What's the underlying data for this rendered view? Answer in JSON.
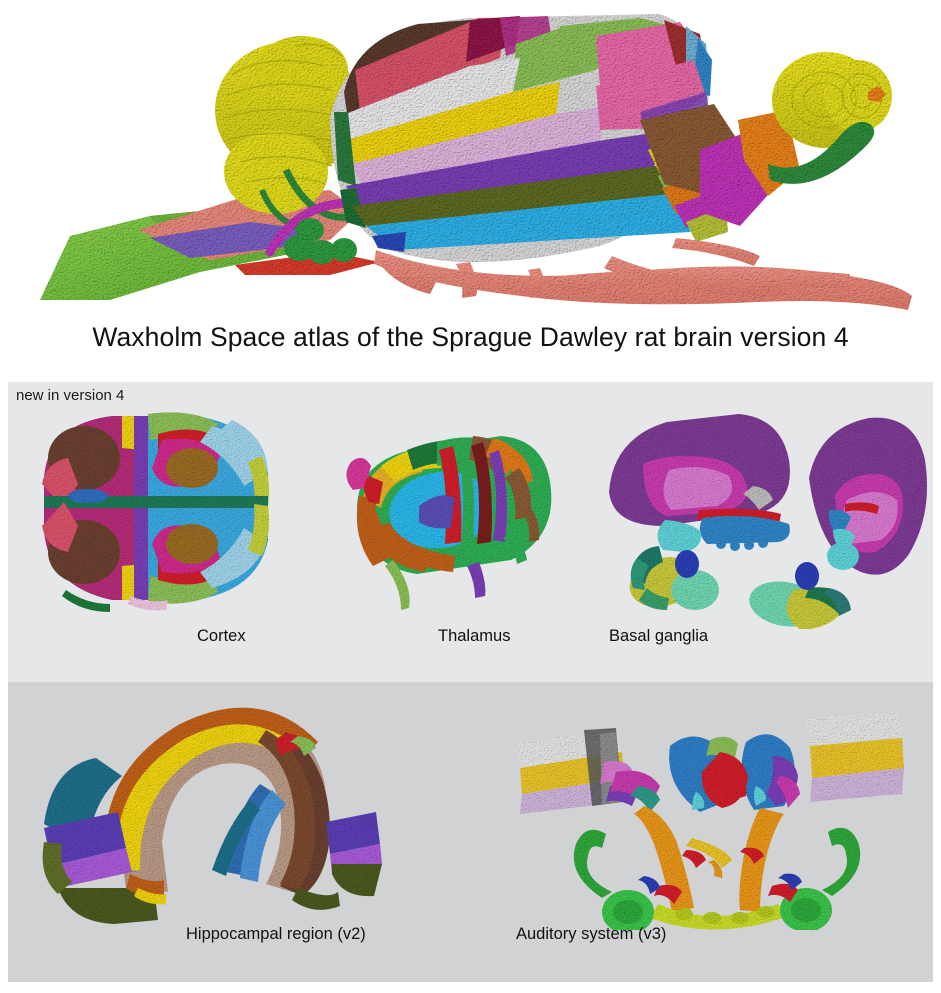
{
  "title": {
    "text": "Waxholm Space atlas of the Sprague Dawley rat brain version 4"
  },
  "hero": {
    "name": "rat-brain-3d-render",
    "description": "3D surface rendering of whole Sprague Dawley rat brain with multicolored segmented anatomical regions, shown in lateral view with olfactory bulb at right and cerebellum/brainstem at left, plus salmon-colored ventricular/vascular structures"
  },
  "panels": {
    "new": {
      "note": "new in version 4",
      "background": "#e5e7e8",
      "figures": [
        {
          "label": "Cortex",
          "name": "cortex-3d-render",
          "description": "Dorsal view of segmented rat cortex, bilaterally symmetric, with brown, magenta, blue, cyan, olive and pink cortical areas"
        },
        {
          "label": "Thalamus",
          "name": "thalamus-3d-render",
          "description": "Oblique view of segmented thalamus with green, orange, cyan, red, purple and yellow nuclei"
        },
        {
          "label": "Basal ganglia",
          "name": "basal-ganglia-3d-render",
          "description": "Two views of segmented basal ganglia: purple and magenta striatum/pallidum with cyan, blue, yellow and teal nuclei below"
        }
      ]
    },
    "previous": {
      "background": "#d1d2d4",
      "figures": [
        {
          "label": "Hippocampal region (v2)",
          "name": "hippocampal-region-3d-render",
          "description": "Lateral view of the curved hippocampal formation in tan and brown with yellow, orange, purple, teal and olive subfields"
        },
        {
          "label": "Auditory system (v3)",
          "name": "auditory-system-3d-render",
          "description": "Auditory pathway rendering with blue inferior colliculi, orange lateral lemnisci, green cochlear nuclei and gray/yellow/lilac auditory cortex blocks"
        }
      ]
    }
  },
  "colors": {
    "page_background": "#ffffff",
    "panel_new_background": "#e5e7e8",
    "panel_previous_background": "#d1d2d4",
    "text": "#111111"
  }
}
